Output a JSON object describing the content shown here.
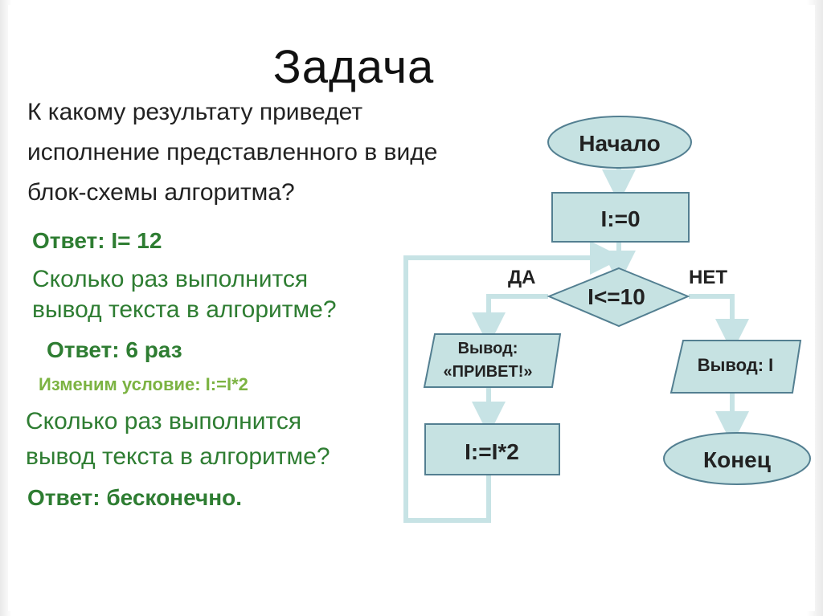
{
  "slide": {
    "title": "Задача",
    "question1": [
      "К какому результату приведет",
      "исполнение представленного в виде",
      "блок-схемы алгоритма?"
    ],
    "answer1": "Ответ: I= 12",
    "question2": [
      "Сколько раз выполнится",
      "вывод текста в алгоритме?"
    ],
    "answer2": "Ответ: 6 раз",
    "change_condition": "Изменим условие: I:=I*2",
    "question3": [
      "Сколько раз выполнится",
      "вывод текста в алгоритме?"
    ],
    "answer3": "Ответ: бесконечно."
  },
  "flowchart": {
    "start": "Начало",
    "init": "I:=0",
    "condition": "I<=10",
    "yes_label": "ДА",
    "no_label": "НЕТ",
    "output_loop_line1": "Вывод:",
    "output_loop_line2": "«ПРИВЕТ!»",
    "increment": "I:=I*2",
    "output_result": "Вывод: I",
    "end": "Конец"
  },
  "colors": {
    "shape_fill": "#c6e2e2",
    "shape_stroke": "#537f91",
    "connector": "#c7e3e5",
    "answer_green": "#2e7d32",
    "hint_green": "#7cb342"
  }
}
